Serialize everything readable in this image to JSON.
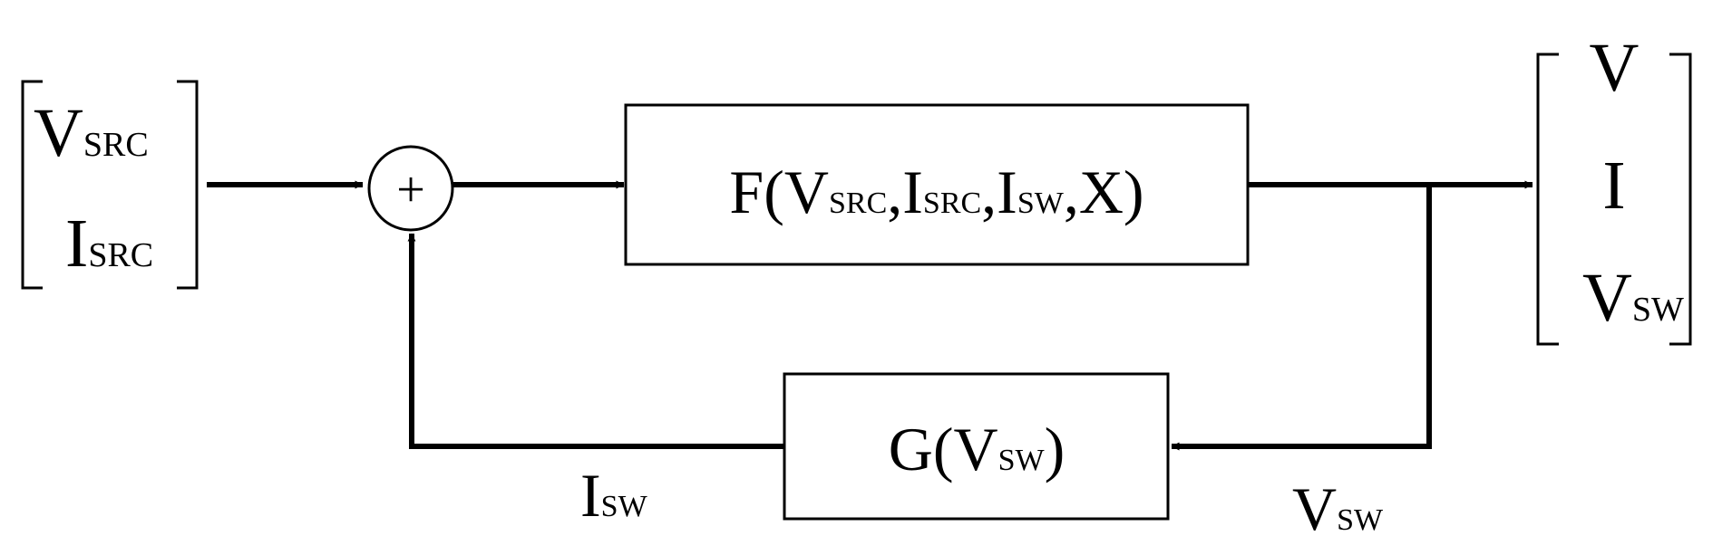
{
  "input_vector": {
    "v_main": "V",
    "v_sub": "SRC",
    "i_main": "I",
    "i_sub": "SRC"
  },
  "summer": {
    "symbol": "+"
  },
  "block_f": {
    "open": "F(",
    "a_main": "V",
    "a_sub": "SRC",
    "comma1": ",",
    "b_main": "I",
    "b_sub": "SRC",
    "comma2": ",",
    "c_main": "I",
    "c_sub": "SW",
    "tail": ",X)"
  },
  "block_g": {
    "open": "G(",
    "a_main": "V",
    "a_sub": "SW",
    "close": ")"
  },
  "output_vector": {
    "row1": "V",
    "row2": "I",
    "row3_main": "V",
    "row3_sub": "SW"
  },
  "feedback_label": {
    "main": "I",
    "sub": "SW"
  },
  "sense_label": {
    "main": "V",
    "sub": "SW"
  }
}
